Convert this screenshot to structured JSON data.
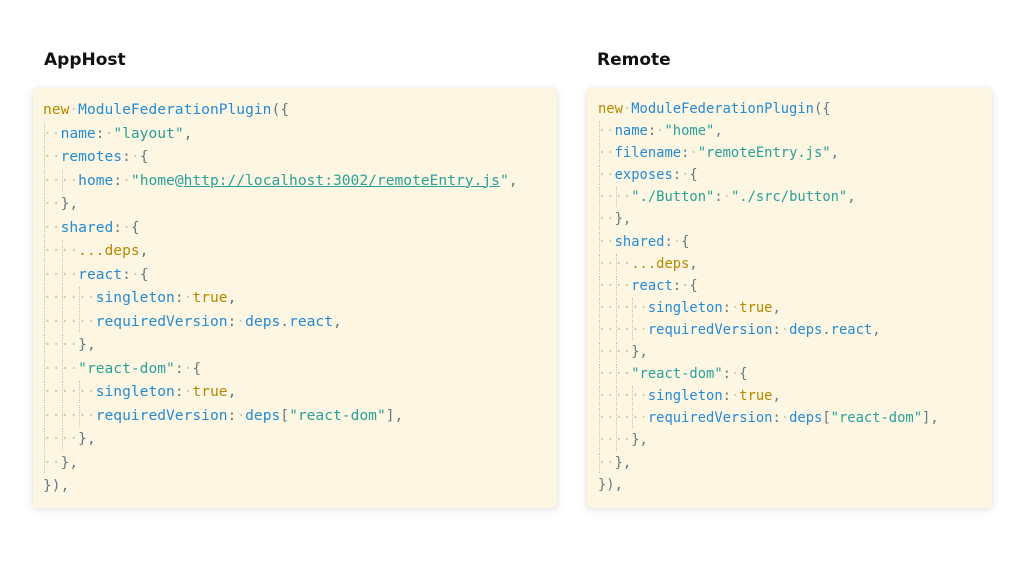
{
  "left_panel": {
    "title": "AppHost",
    "lines": [
      {
        "indent": 0,
        "tokens": [
          [
            "kw",
            "new"
          ],
          [
            "sp",
            "·"
          ],
          [
            "cls",
            "ModuleFederationPlugin"
          ],
          [
            "pun",
            "({"
          ]
        ]
      },
      {
        "indent": 1,
        "tokens": [
          [
            "prop",
            "name"
          ],
          [
            "pun",
            ":"
          ],
          [
            "sp",
            "·"
          ],
          [
            "str",
            "\"layout\""
          ],
          [
            "pun",
            ","
          ]
        ]
      },
      {
        "indent": 1,
        "tokens": [
          [
            "prop",
            "remotes"
          ],
          [
            "pun",
            ":"
          ],
          [
            "sp",
            "·"
          ],
          [
            "pun",
            "{"
          ]
        ]
      },
      {
        "indent": 2,
        "tokens": [
          [
            "prop",
            "home"
          ],
          [
            "pun",
            ":"
          ],
          [
            "sp",
            "·"
          ],
          [
            "str",
            "\"home@"
          ],
          [
            "strlink",
            "http://localhost:3002/remoteEntry.js"
          ],
          [
            "str",
            "\""
          ],
          [
            "pun",
            ","
          ]
        ]
      },
      {
        "indent": 1,
        "tokens": [
          [
            "pun",
            "},"
          ]
        ]
      },
      {
        "indent": 1,
        "tokens": [
          [
            "prop",
            "shared"
          ],
          [
            "pun",
            ":"
          ],
          [
            "sp",
            "·"
          ],
          [
            "pun",
            "{"
          ]
        ]
      },
      {
        "indent": 2,
        "tokens": [
          [
            "val",
            "...deps"
          ],
          [
            "pun",
            ","
          ]
        ]
      },
      {
        "indent": 2,
        "tokens": [
          [
            "prop",
            "react"
          ],
          [
            "pun",
            ":"
          ],
          [
            "sp",
            "·"
          ],
          [
            "pun",
            "{"
          ]
        ]
      },
      {
        "indent": 3,
        "tokens": [
          [
            "prop",
            "singleton"
          ],
          [
            "pun",
            ":"
          ],
          [
            "sp",
            "·"
          ],
          [
            "val",
            "true"
          ],
          [
            "pun",
            ","
          ]
        ]
      },
      {
        "indent": 3,
        "tokens": [
          [
            "prop",
            "requiredVersion"
          ],
          [
            "pun",
            ":"
          ],
          [
            "sp",
            "·"
          ],
          [
            "ref",
            "deps"
          ],
          [
            "pun",
            "."
          ],
          [
            "ref",
            "react"
          ],
          [
            "pun",
            ","
          ]
        ]
      },
      {
        "indent": 2,
        "tokens": [
          [
            "pun",
            "},"
          ]
        ]
      },
      {
        "indent": 2,
        "tokens": [
          [
            "str",
            "\"react-dom\""
          ],
          [
            "pun",
            ":"
          ],
          [
            "sp",
            "·"
          ],
          [
            "pun",
            "{"
          ]
        ]
      },
      {
        "indent": 3,
        "tokens": [
          [
            "prop",
            "singleton"
          ],
          [
            "pun",
            ":"
          ],
          [
            "sp",
            "·"
          ],
          [
            "val",
            "true"
          ],
          [
            "pun",
            ","
          ]
        ]
      },
      {
        "indent": 3,
        "tokens": [
          [
            "prop",
            "requiredVersion"
          ],
          [
            "pun",
            ":"
          ],
          [
            "sp",
            "·"
          ],
          [
            "ref",
            "deps"
          ],
          [
            "pun",
            "["
          ],
          [
            "str",
            "\"react-dom\""
          ],
          [
            "pun",
            "],"
          ]
        ]
      },
      {
        "indent": 2,
        "tokens": [
          [
            "pun",
            "},"
          ]
        ]
      },
      {
        "indent": 1,
        "tokens": [
          [
            "pun",
            "},"
          ]
        ]
      },
      {
        "indent": 0,
        "tokens": [
          [
            "pun",
            "}),"
          ]
        ]
      }
    ]
  },
  "right_panel": {
    "title": "Remote",
    "lines": [
      {
        "indent": 0,
        "tokens": [
          [
            "kw",
            "new"
          ],
          [
            "sp",
            "·"
          ],
          [
            "cls",
            "ModuleFederationPlugin"
          ],
          [
            "pun",
            "({"
          ]
        ]
      },
      {
        "indent": 1,
        "tokens": [
          [
            "prop",
            "name"
          ],
          [
            "pun",
            ":"
          ],
          [
            "sp",
            "·"
          ],
          [
            "str",
            "\"home\""
          ],
          [
            "pun",
            ","
          ]
        ]
      },
      {
        "indent": 1,
        "tokens": [
          [
            "prop",
            "filename"
          ],
          [
            "pun",
            ":"
          ],
          [
            "sp",
            "·"
          ],
          [
            "str",
            "\"remoteEntry.js\""
          ],
          [
            "pun",
            ","
          ]
        ]
      },
      {
        "indent": 1,
        "tokens": [
          [
            "prop",
            "exposes"
          ],
          [
            "pun",
            ":"
          ],
          [
            "sp",
            "·"
          ],
          [
            "pun",
            "{"
          ]
        ]
      },
      {
        "indent": 2,
        "tokens": [
          [
            "str",
            "\"./Button\""
          ],
          [
            "pun",
            ":"
          ],
          [
            "sp",
            "·"
          ],
          [
            "str",
            "\"./src/button\""
          ],
          [
            "pun",
            ","
          ]
        ]
      },
      {
        "indent": 1,
        "tokens": [
          [
            "pun",
            "},"
          ]
        ]
      },
      {
        "indent": 1,
        "tokens": [
          [
            "prop",
            "shared"
          ],
          [
            "pun",
            ":"
          ],
          [
            "sp",
            "·"
          ],
          [
            "pun",
            "{"
          ]
        ]
      },
      {
        "indent": 2,
        "tokens": [
          [
            "val",
            "...deps"
          ],
          [
            "pun",
            ","
          ]
        ]
      },
      {
        "indent": 2,
        "tokens": [
          [
            "prop",
            "react"
          ],
          [
            "pun",
            ":"
          ],
          [
            "sp",
            "·"
          ],
          [
            "pun",
            "{"
          ]
        ]
      },
      {
        "indent": 3,
        "tokens": [
          [
            "prop",
            "singleton"
          ],
          [
            "pun",
            ":"
          ],
          [
            "sp",
            "·"
          ],
          [
            "val",
            "true"
          ],
          [
            "pun",
            ","
          ]
        ]
      },
      {
        "indent": 3,
        "tokens": [
          [
            "prop",
            "requiredVersion"
          ],
          [
            "pun",
            ":"
          ],
          [
            "sp",
            "·"
          ],
          [
            "ref",
            "deps"
          ],
          [
            "pun",
            "."
          ],
          [
            "ref",
            "react"
          ],
          [
            "pun",
            ","
          ]
        ]
      },
      {
        "indent": 2,
        "tokens": [
          [
            "pun",
            "},"
          ]
        ]
      },
      {
        "indent": 2,
        "tokens": [
          [
            "str",
            "\"react-dom\""
          ],
          [
            "pun",
            ":"
          ],
          [
            "sp",
            "·"
          ],
          [
            "pun",
            "{"
          ]
        ]
      },
      {
        "indent": 3,
        "tokens": [
          [
            "prop",
            "singleton"
          ],
          [
            "pun",
            ":"
          ],
          [
            "sp",
            "·"
          ],
          [
            "val",
            "true"
          ],
          [
            "pun",
            ","
          ]
        ]
      },
      {
        "indent": 3,
        "tokens": [
          [
            "prop",
            "requiredVersion"
          ],
          [
            "pun",
            ":"
          ],
          [
            "sp",
            "·"
          ],
          [
            "ref",
            "deps"
          ],
          [
            "pun",
            "["
          ],
          [
            "str",
            "\"react-dom\""
          ],
          [
            "pun",
            "],"
          ]
        ]
      },
      {
        "indent": 2,
        "tokens": [
          [
            "pun",
            "},"
          ]
        ]
      },
      {
        "indent": 1,
        "tokens": [
          [
            "pun",
            "},"
          ]
        ]
      },
      {
        "indent": 0,
        "tokens": [
          [
            "pun",
            "}),"
          ]
        ]
      }
    ]
  }
}
